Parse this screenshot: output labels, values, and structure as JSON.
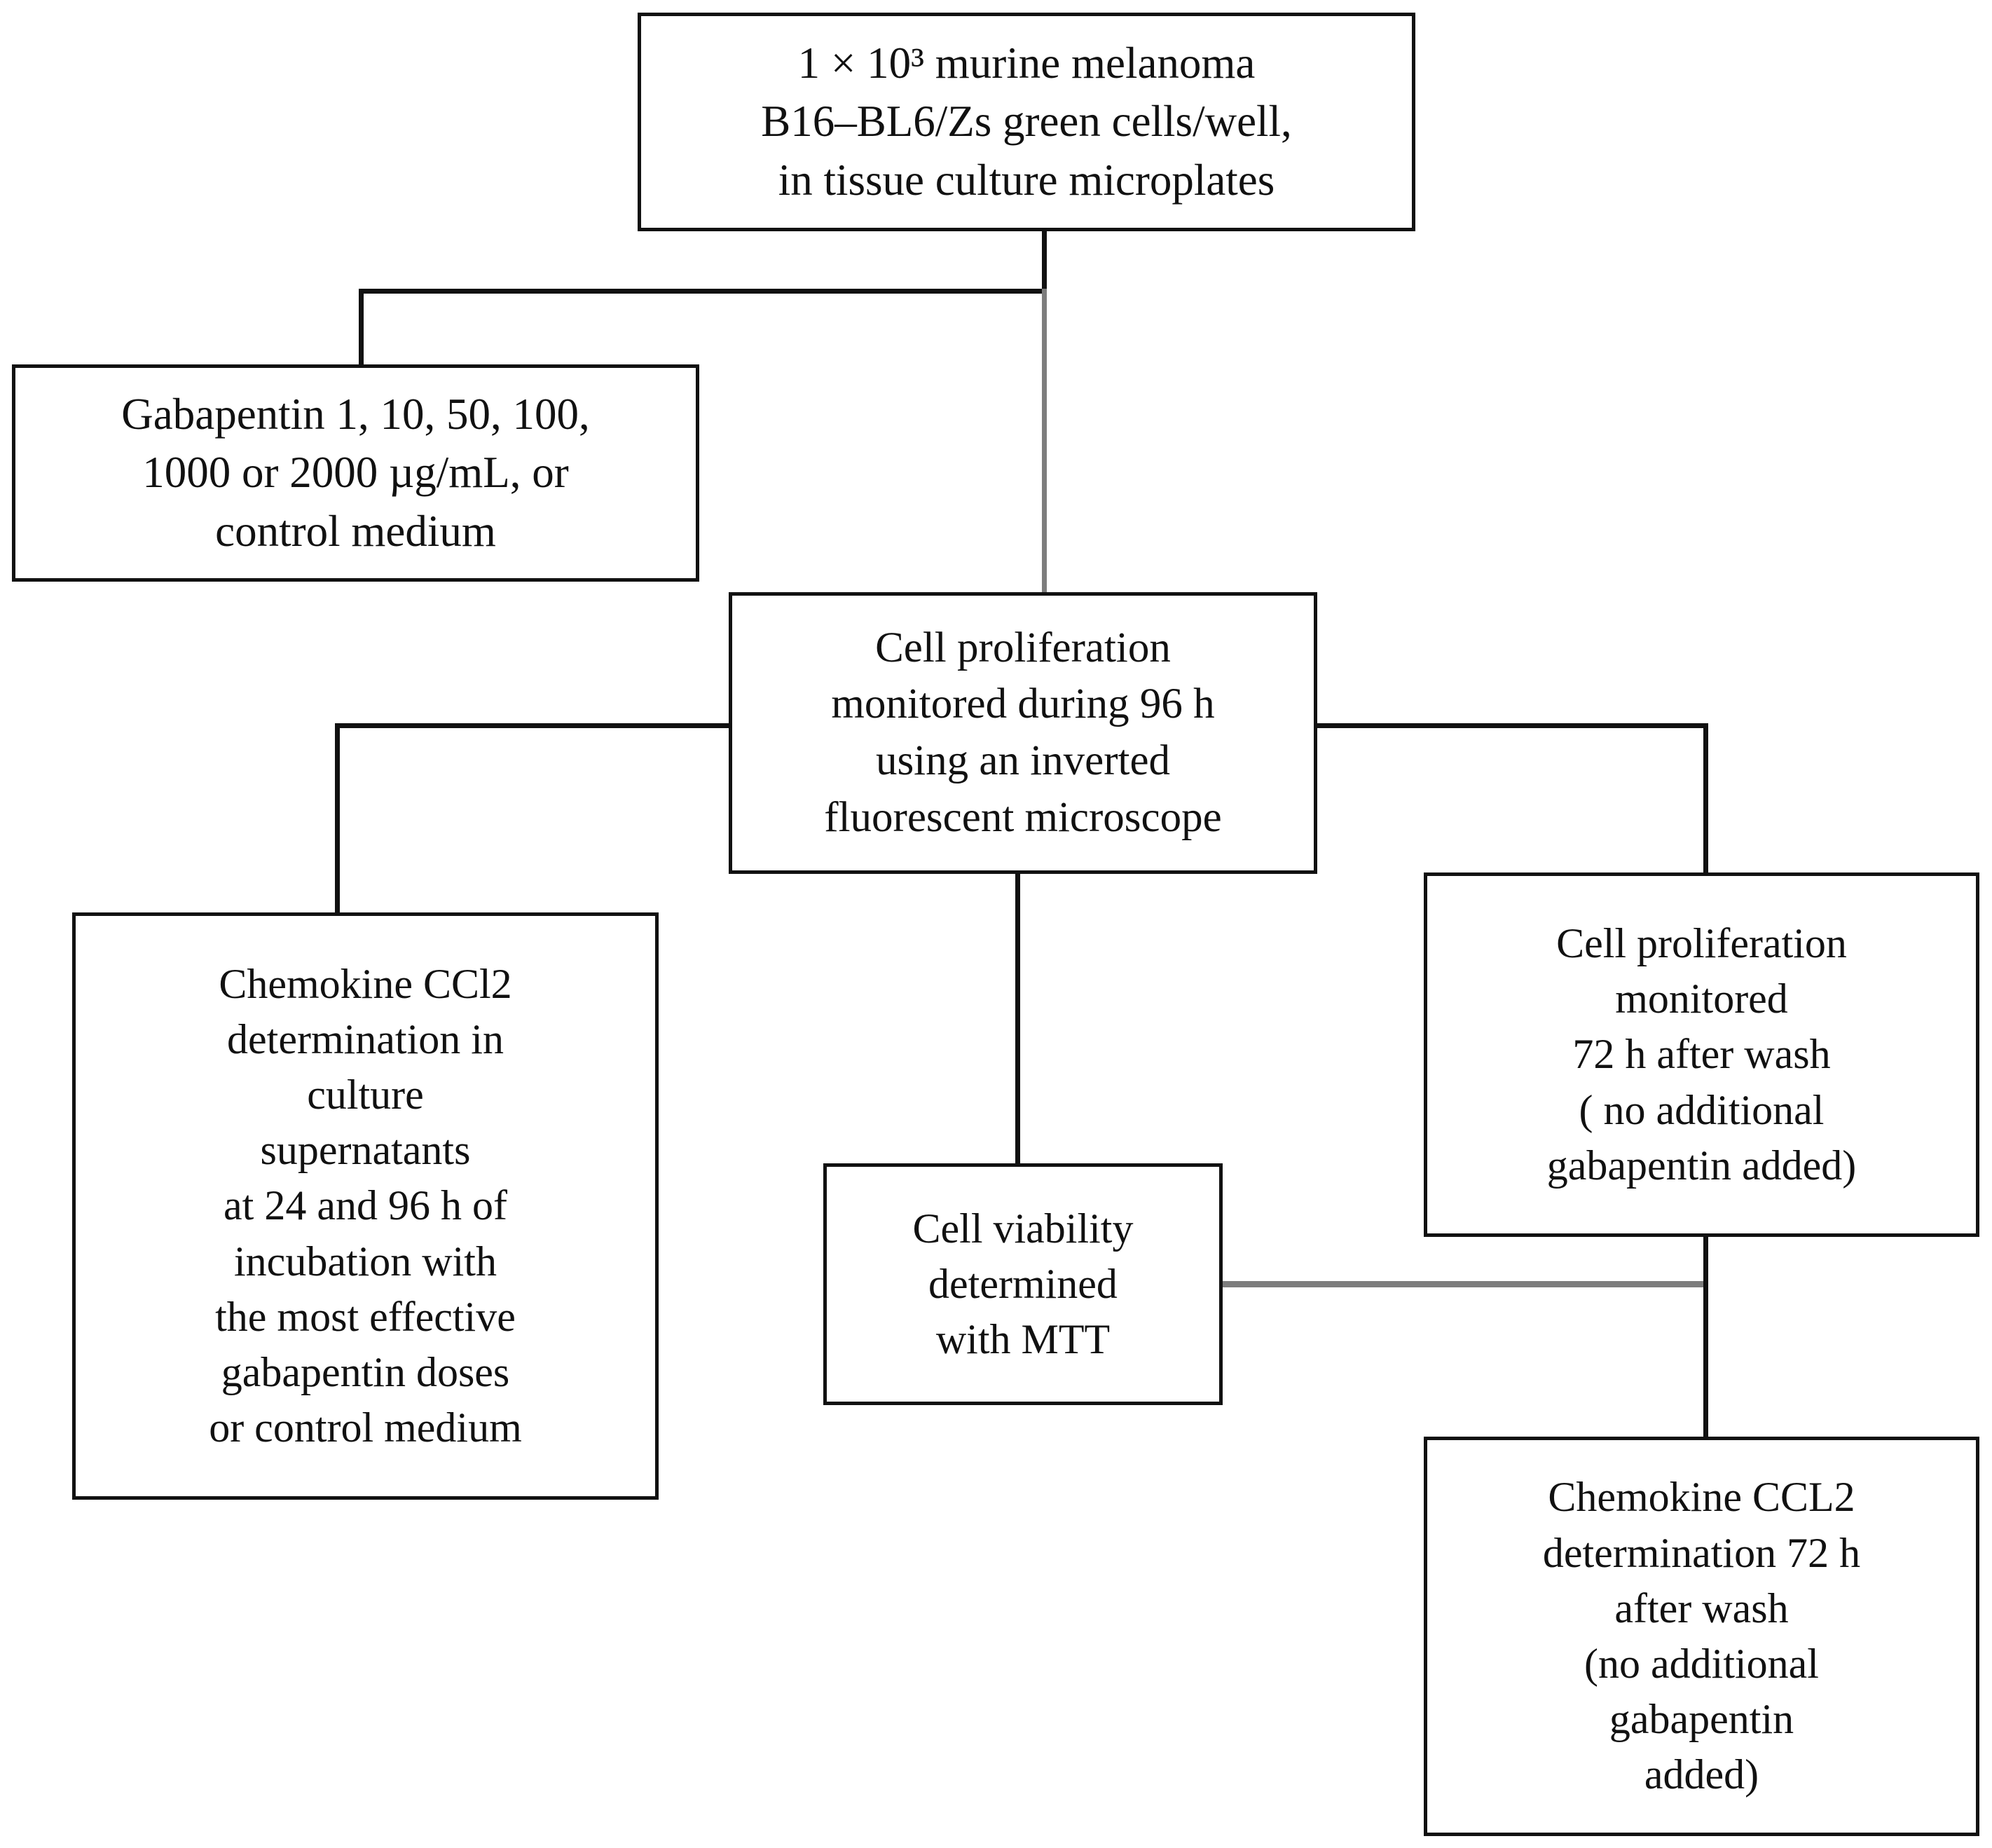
{
  "diagram": {
    "type": "flowchart",
    "title": "In vitro gabapentin melanoma experimental design",
    "colors": {
      "line": "#111111",
      "line_secondary": "#7d7d7d",
      "background": "#ffffff"
    },
    "nodes": [
      {
        "id": "seed",
        "text": "1 × 10³ murine melanoma\nB16–BL6/Zs green cells/well,\nin tissue culture microplates"
      },
      {
        "id": "gabapentin",
        "text": "Gabapentin 1, 10, 50, 100,\n1000 or 2000 µg/mL,  or\ncontrol medium"
      },
      {
        "id": "proliferation",
        "text": "Cell proliferation\nmonitored during 96 h\nusing an inverted\nfluorescent  microscope"
      },
      {
        "id": "ccl2_left",
        "text": "Chemokine CCl2\ndetermination in\nculture\nsupernatants\nat 24 and 96 h of\nincubation with\nthe most effective\ngabapentin doses\nor control medium"
      },
      {
        "id": "mtt",
        "text": "Cell viability\ndetermined\nwith MTT"
      },
      {
        "id": "proliferation_72h",
        "text": "Cell proliferation\nmonitored\n72 h after wash\n( no additional\ngabapentin added)"
      },
      {
        "id": "ccl2_72h",
        "text": "Chemokine CCL2\ndetermination 72 h\nafter wash\n(no additional\ngabapentin\nadded)"
      }
    ],
    "edges": [
      {
        "from": "seed",
        "to": "gabapentin"
      },
      {
        "from": "seed",
        "to": "proliferation"
      },
      {
        "from": "proliferation",
        "to": "ccl2_left"
      },
      {
        "from": "proliferation",
        "to": "mtt"
      },
      {
        "from": "proliferation",
        "to": "proliferation_72h"
      },
      {
        "from": "mtt",
        "to": "ccl2_72h"
      },
      {
        "from": "proliferation_72h",
        "to": "ccl2_72h"
      }
    ]
  }
}
